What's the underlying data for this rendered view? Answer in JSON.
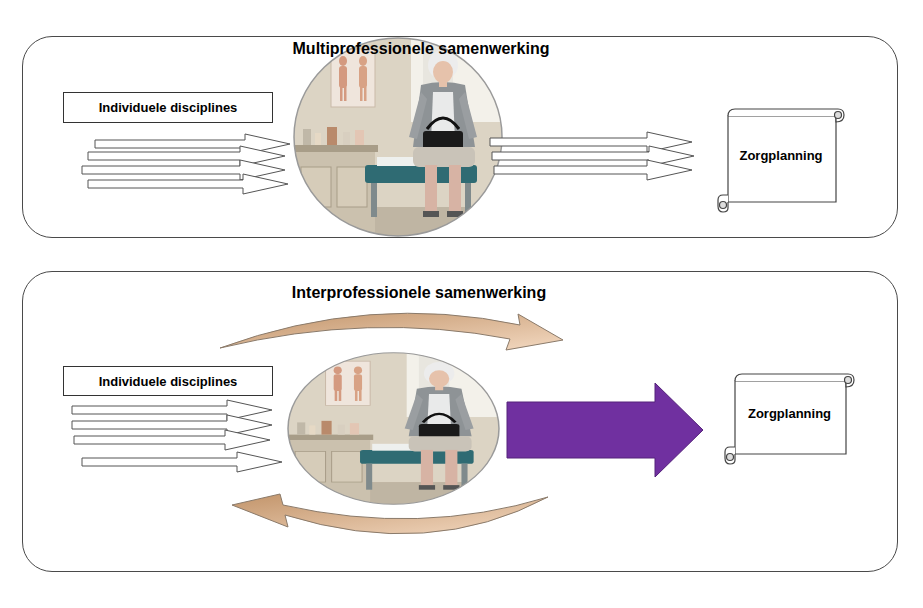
{
  "diagram": {
    "nodes": [
      {
        "text": [
          "Multiprofessionele samenwerking"
        ]
      },
      {
        "text": [
          "Individuele disciplines"
        ],
        "in": 0
      },
      {
        "text": [
          "Zorgplanning"
        ],
        "in": 0
      },
      {
        "text": [
          "Interprofessionele samenwerking"
        ]
      },
      {
        "text": [
          "Individuele disciplines"
        ],
        "in": 3
      },
      {
        "text": [
          "Zorgplanning"
        ],
        "in": 3
      }
    ]
  }
}
